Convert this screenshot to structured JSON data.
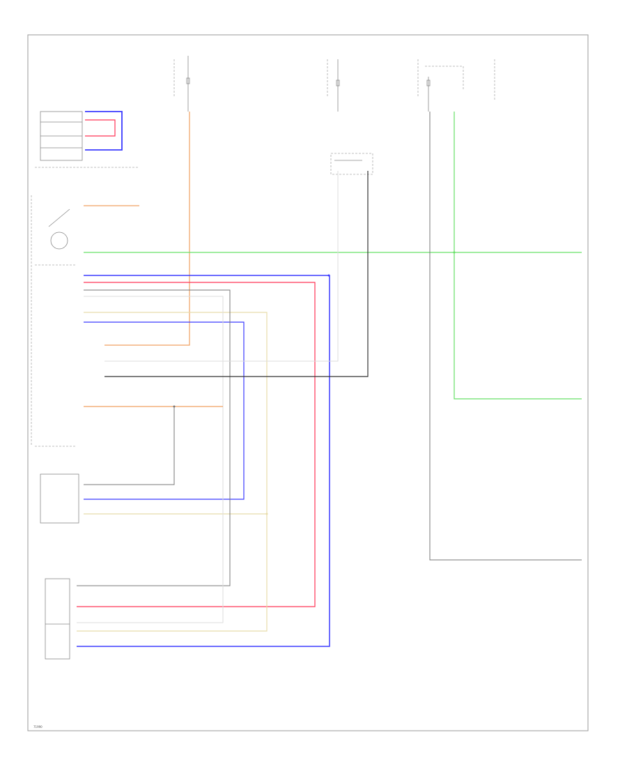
{
  "diagram": {
    "footer_code": "71990",
    "colors": {
      "blue": "#3b3bff",
      "red": "#ff3355",
      "orange": "#f0a060",
      "green": "#66e066",
      "yellow": "#e8dcaa",
      "gray": "#777777",
      "white": "#dddddd",
      "black": "#333333"
    },
    "wires": [
      {
        "name": "orange-vertical",
        "color": "orange"
      },
      {
        "name": "green-horizontal",
        "color": "green"
      },
      {
        "name": "green-vertical-right",
        "color": "green"
      },
      {
        "name": "blue-loop",
        "color": "blue"
      },
      {
        "name": "red-loop",
        "color": "red"
      },
      {
        "name": "yellow-loop",
        "color": "yellow"
      },
      {
        "name": "blue-inner-loop",
        "color": "blue"
      },
      {
        "name": "gray-loop",
        "color": "gray"
      },
      {
        "name": "black-wire",
        "color": "black"
      },
      {
        "name": "white-wire",
        "color": "white"
      },
      {
        "name": "gray-bottom-right",
        "color": "gray"
      }
    ]
  }
}
